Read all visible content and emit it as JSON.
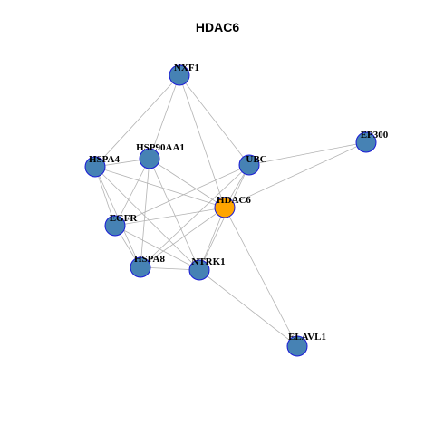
{
  "title": "HDAC6",
  "colors": {
    "default_node": "#4682b4",
    "focus_node": "#ffa500",
    "node_border": "#1a1ad6",
    "edge": "#b3b3b3"
  },
  "nodes": [
    {
      "id": "NXF1",
      "label": "NXF1",
      "focus": false
    },
    {
      "id": "EP300",
      "label": "EP300",
      "focus": false
    },
    {
      "id": "HSPA4",
      "label": "HSPA4",
      "focus": false
    },
    {
      "id": "HSP90AA1",
      "label": "HSP90AA1",
      "focus": false
    },
    {
      "id": "UBC",
      "label": "UBC",
      "focus": false
    },
    {
      "id": "HDAC6",
      "label": "HDAC6",
      "focus": true
    },
    {
      "id": "EGFR",
      "label": "EGFR",
      "focus": false
    },
    {
      "id": "HSPA8",
      "label": "HSPA8",
      "focus": false
    },
    {
      "id": "NTRK1",
      "label": "NTRK1",
      "focus": false
    },
    {
      "id": "ELAVL1",
      "label": "ELAVL1",
      "focus": false
    }
  ],
  "edges": [
    [
      "NXF1",
      "HSPA4"
    ],
    [
      "NXF1",
      "HSP90AA1"
    ],
    [
      "NXF1",
      "UBC"
    ],
    [
      "NXF1",
      "HDAC6"
    ],
    [
      "EP300",
      "UBC"
    ],
    [
      "EP300",
      "HDAC6"
    ],
    [
      "HSPA4",
      "HSP90AA1"
    ],
    [
      "HSPA4",
      "EGFR"
    ],
    [
      "HSPA4",
      "HSPA8"
    ],
    [
      "HSPA4",
      "NTRK1"
    ],
    [
      "HSPA4",
      "HDAC6"
    ],
    [
      "HSP90AA1",
      "EGFR"
    ],
    [
      "HSP90AA1",
      "HSPA8"
    ],
    [
      "HSP90AA1",
      "NTRK1"
    ],
    [
      "HSP90AA1",
      "HDAC6"
    ],
    [
      "UBC",
      "EGFR"
    ],
    [
      "UBC",
      "HSPA8"
    ],
    [
      "UBC",
      "NTRK1"
    ],
    [
      "UBC",
      "HDAC6"
    ],
    [
      "HDAC6",
      "EGFR"
    ],
    [
      "HDAC6",
      "HSPA8"
    ],
    [
      "HDAC6",
      "NTRK1"
    ],
    [
      "HDAC6",
      "ELAVL1"
    ],
    [
      "EGFR",
      "HSPA8"
    ],
    [
      "EGFR",
      "NTRK1"
    ],
    [
      "HSPA8",
      "NTRK1"
    ],
    [
      "NTRK1",
      "ELAVL1"
    ]
  ]
}
